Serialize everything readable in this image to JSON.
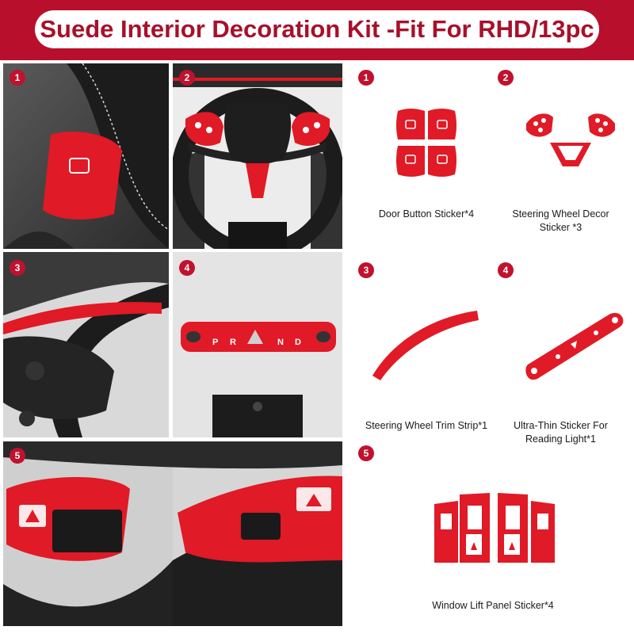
{
  "header": {
    "title": "Suede Interior Decoration Kit -Fit For RHD/13pc"
  },
  "photos": [
    {
      "badge": "1"
    },
    {
      "badge": "2"
    },
    {
      "badge": "3"
    },
    {
      "badge": "4",
      "gear_letters": [
        "P",
        "R",
        "N",
        "D"
      ]
    },
    {
      "badge": "5"
    }
  ],
  "products": [
    {
      "badge": "1",
      "caption": "Door Button Sticker*4"
    },
    {
      "badge": "2",
      "caption_line1": "Steering Wheel Decor",
      "caption_line2": "Sticker *3"
    },
    {
      "badge": "3",
      "caption": "Steering Wheel Trim Strip*1"
    },
    {
      "badge": "4",
      "caption_line1": "Ultra-Thin Sticker For",
      "caption_line2": "Reading Light*1"
    },
    {
      "badge": "5",
      "caption": "Window Lift Panel Sticker*4"
    }
  ],
  "colors": {
    "brand_red": "#b8102c",
    "suede_red": "#e01a26",
    "background": "#ffffff"
  }
}
